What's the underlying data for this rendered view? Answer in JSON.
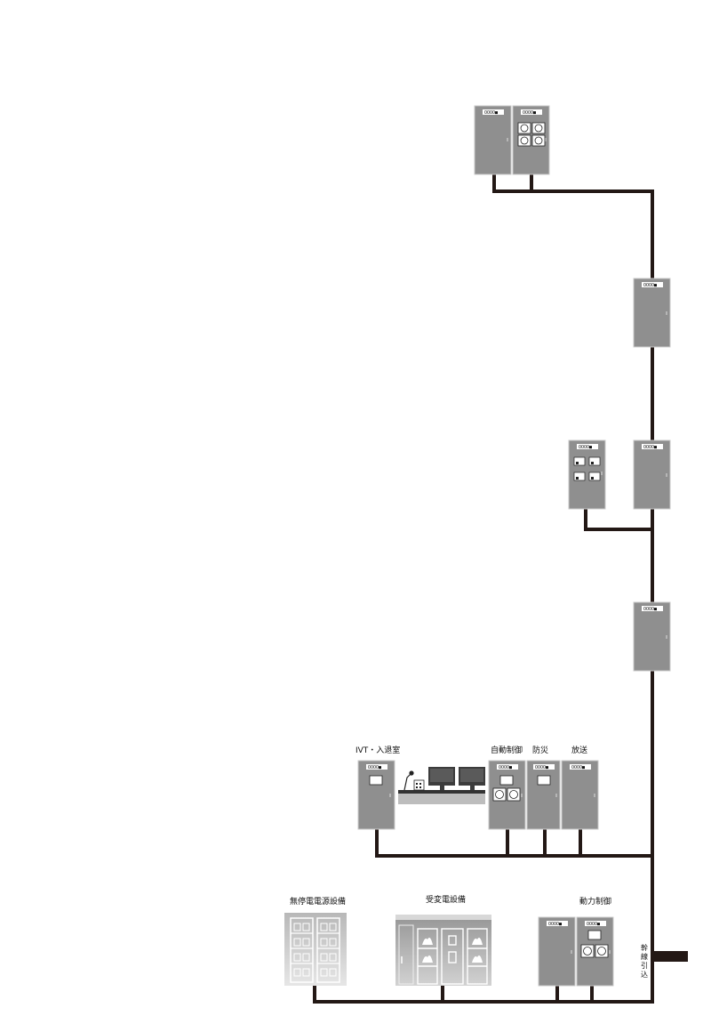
{
  "labels": {
    "ivt": "IVT・入退室",
    "auto_control": "自動制御",
    "disaster_prevention": "防災",
    "broadcast": "放送",
    "ups": "無停電電源設備",
    "substation": "受変電設備",
    "power_control": "動力制御",
    "trunk_lead_in": [
      "幹",
      "線",
      "引",
      "込"
    ]
  },
  "nameplate_text": "OOOO■",
  "colors": {
    "panel_fill": "#8f8f8f",
    "panel_edge": "#c9c9c9",
    "cable": "#231815",
    "nameplate": "#ffffff",
    "gauge": "#ffffff",
    "ups_fill": "#aeaeae",
    "substation_fill": "#9d9d9d",
    "desk": "#bdbdbd",
    "monitor": "#3c3c3c"
  }
}
